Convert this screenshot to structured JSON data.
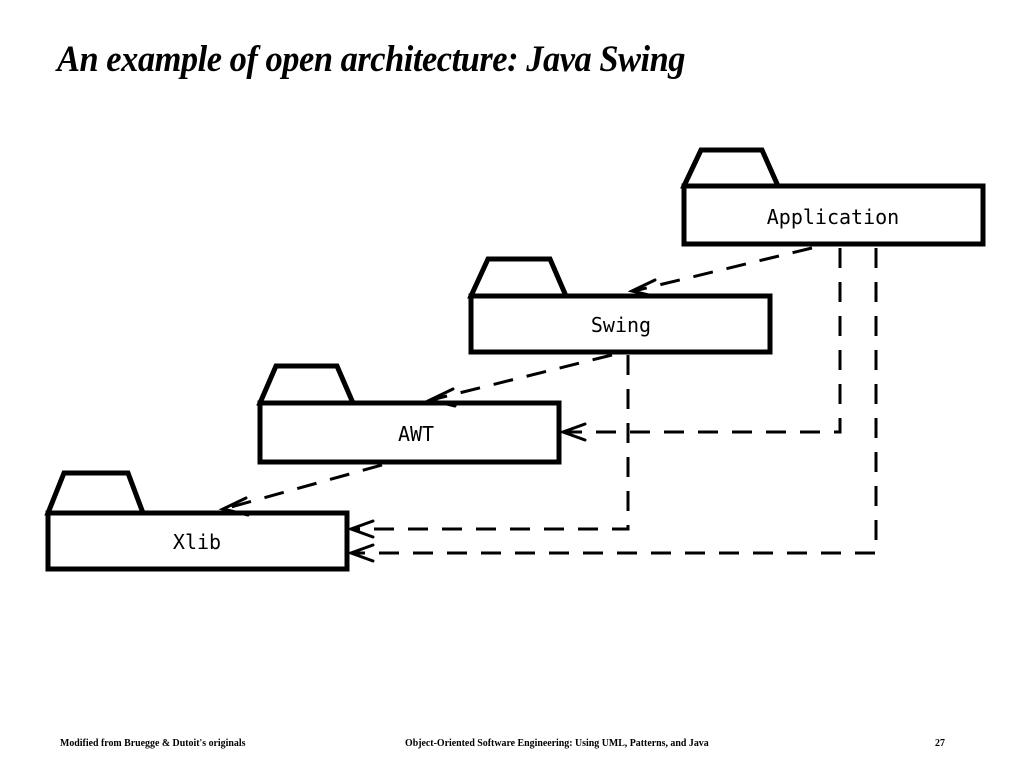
{
  "slide": {
    "title": "An example of open architecture: Java Swing",
    "footer": {
      "left": "Modified from Bruegge & Dutoit's originals",
      "center": "Object-Oriented Software Engineering: Using UML, Patterns, and Java",
      "page_number": "27"
    }
  },
  "diagram": {
    "packages": [
      {
        "id": "application",
        "label": "Application"
      },
      {
        "id": "swing",
        "label": "Swing"
      },
      {
        "id": "awt",
        "label": "AWT"
      },
      {
        "id": "xlib",
        "label": "Xlib"
      }
    ],
    "dependencies": [
      {
        "from": "Application",
        "to": "Swing"
      },
      {
        "from": "Application",
        "to": "AWT"
      },
      {
        "from": "Application",
        "to": "Xlib"
      },
      {
        "from": "Swing",
        "to": "AWT"
      },
      {
        "from": "Swing",
        "to": "Xlib"
      },
      {
        "from": "AWT",
        "to": "Xlib"
      }
    ],
    "line_style": "dashed",
    "arrowhead": "open"
  }
}
